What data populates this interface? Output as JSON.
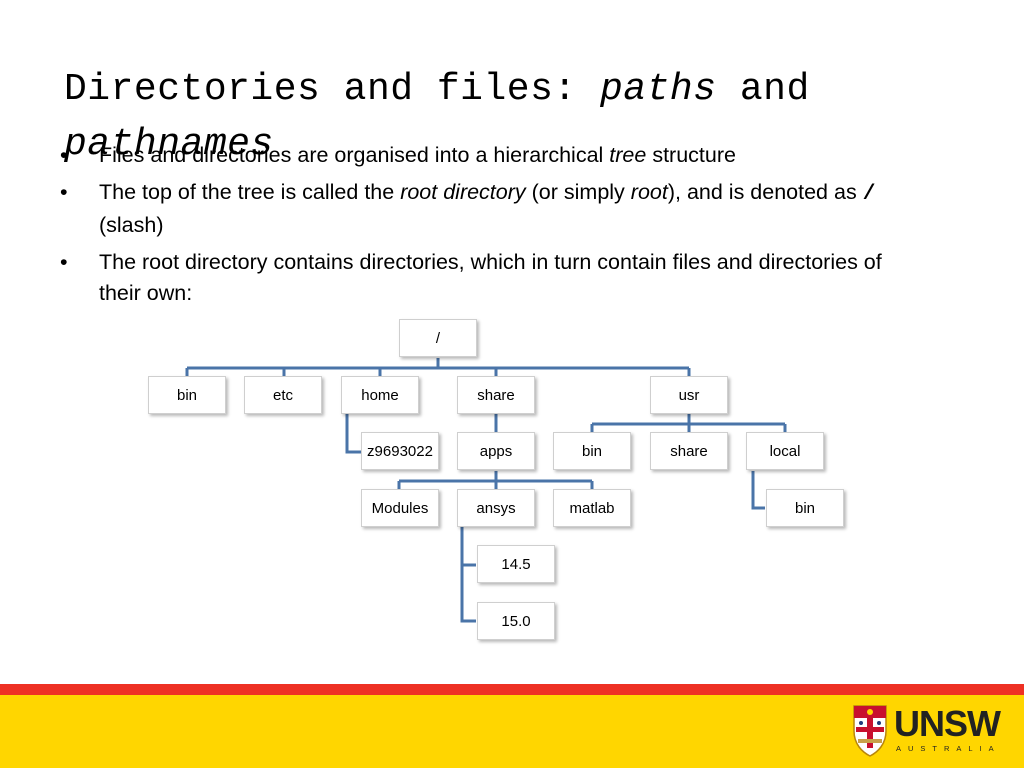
{
  "slide": {
    "title_prefix": "Directories and files: ",
    "title_italic": "paths",
    "title_mid": " and ",
    "title_italic2": "pathnames",
    "bullet_marker": "•",
    "bullets": [
      {
        "t1": "Files and directories are organised into a hierarchical ",
        "i1": "tree",
        "t2": " structure"
      },
      {
        "t1": "The top of the tree is called the ",
        "i1": "root directory",
        "t2": " (or simply ",
        "i2": "root",
        "t3": "), and is denoted as ",
        "code": "/",
        "t4": " (slash)"
      },
      {
        "t1": "The root directory contains directories, which in turn contain files and directories of their own:"
      }
    ]
  },
  "tree": {
    "root": "/",
    "level1": [
      "bin",
      "etc",
      "home",
      "share",
      "usr"
    ],
    "home_child": "z9693022",
    "share_child": "apps",
    "usr_children": [
      "bin",
      "share",
      "local"
    ],
    "apps_children": [
      "Modules",
      "ansys",
      "matlab"
    ],
    "local_child": "bin",
    "ansys_children": [
      "14.5",
      "15.0"
    ],
    "connector_color": "#4a74a8"
  },
  "footer": {
    "logo_text": "UNSW",
    "logo_subtext": "AUSTRALIA",
    "red": "#ee3124",
    "yellow": "#ffd600"
  }
}
